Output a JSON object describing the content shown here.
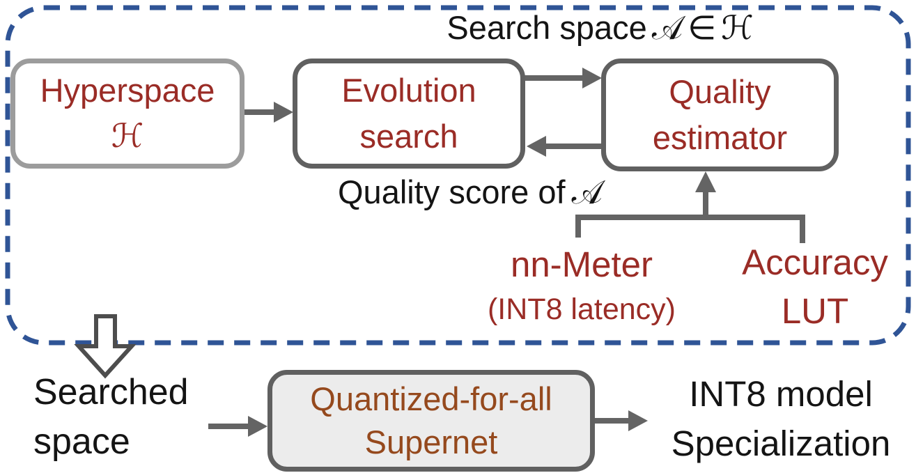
{
  "colors": {
    "dashed_border_blue": "#2F5496",
    "box_border_gray": "#606060",
    "hyperspace_border_gray": "#9c9c9c",
    "dark_red_text": "#9A2C26",
    "brown_text": "#95491D",
    "supernet_fill": "#ECECEC",
    "arrow_gray": "#646464",
    "black_text": "#141414"
  },
  "search_loop": {
    "top_label": {
      "prefix": "Search space",
      "symbol_a": "𝒜",
      "element_of": "∈",
      "symbol_h": "ℋ"
    },
    "boxes": {
      "hyperspace": {
        "line1": "Hyperspace",
        "symbol": "ℋ"
      },
      "evolution": {
        "line1": "Evolution",
        "line2": "search"
      },
      "quality": {
        "line1": "Quality",
        "line2": "estimator"
      }
    },
    "score_label": {
      "prefix": "Quality score of",
      "symbol_a": "𝒜"
    },
    "estimator_inputs": {
      "nn_meter": {
        "line1": "nn-Meter",
        "line2": "(INT8 latency)"
      },
      "accuracy_lut": {
        "line1": "Accuracy",
        "line2": "LUT"
      }
    }
  },
  "deployment": {
    "searched_space": {
      "line1": "Searched",
      "line2": "space"
    },
    "supernet_box": {
      "line1": "Quantized-for-all",
      "line2": "Supernet"
    },
    "output_label": {
      "line1": "INT8 model",
      "line2": "Specialization"
    }
  }
}
